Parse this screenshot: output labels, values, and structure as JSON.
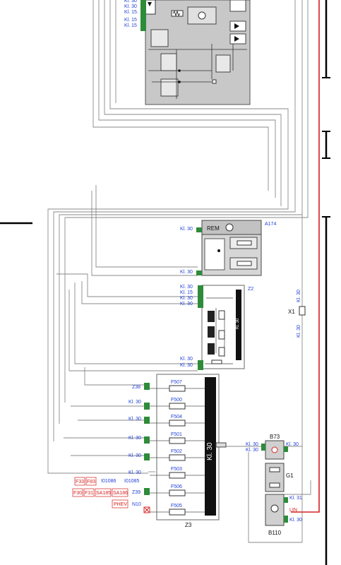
{
  "labels": {
    "kl30": "Kl. 30",
    "kl15": "Kl. 15",
    "kl31": "Kl. 31",
    "kl15_dot": "Kl. 15.",
    "lin": "LIN",
    "rem": "REM",
    "kl30_bar": "Kl. 30"
  },
  "components": {
    "a174": "A174",
    "z2": "Z2",
    "x1": "X1",
    "z38": "Z38",
    "z39": "Z39",
    "n10": "N10",
    "z3": "Z3",
    "b73": "B73",
    "g1": "G1",
    "b110": "B110"
  },
  "fuses": [
    "F507",
    "F500",
    "F504",
    "F501",
    "F502",
    "F503",
    "F506",
    "F505"
  ],
  "red_refs": [
    "F33",
    "F83",
    "F30",
    "F31",
    "SA185",
    "SA186",
    "PHEV"
  ],
  "refs": [
    "I01086",
    "I01085"
  ],
  "colors": {
    "wire_gray": "#8a8a8a",
    "label_blue": "#1f3fd6",
    "connector_green": "#2e8b3a",
    "module_gray": "#c8c8c8",
    "red_wire": "#d62020"
  }
}
